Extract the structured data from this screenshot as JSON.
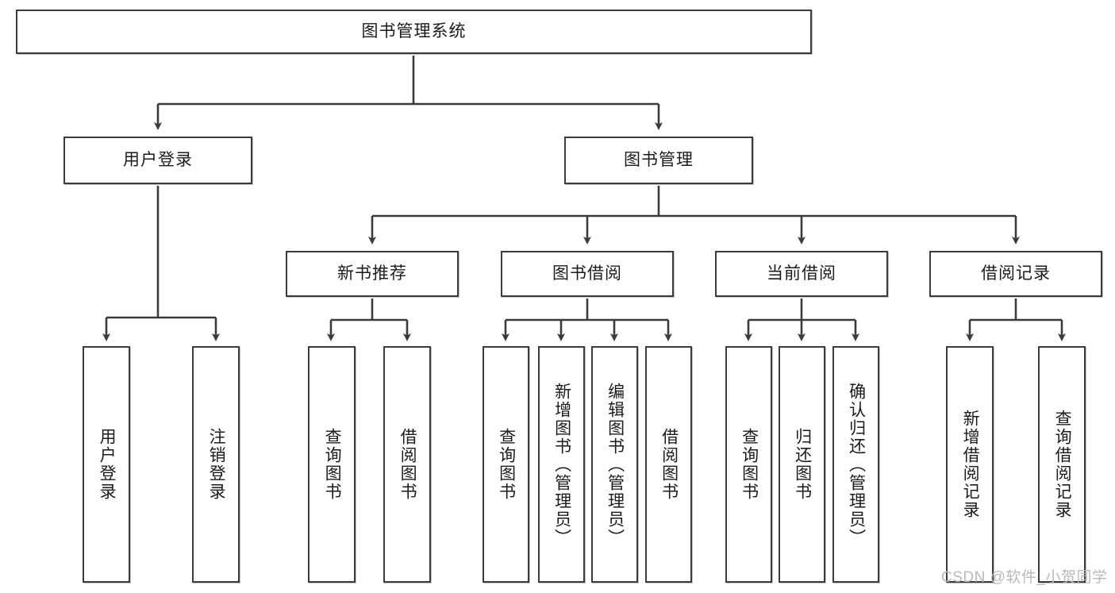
{
  "diagram": {
    "title": "图书管理系统",
    "type": "tree-hierarchy-flowchart",
    "colors": {
      "stroke": "#3b3b3b",
      "fill": "#ffffff",
      "text": "#1b1b1b",
      "watermark": "#b9b9b9"
    },
    "root": {
      "id": "root",
      "label": "图书管理系统"
    },
    "level2": [
      {
        "id": "user-login",
        "label": "用户登录"
      },
      {
        "id": "book-manage",
        "label": "图书管理"
      }
    ],
    "level3": [
      {
        "id": "new-book-rec",
        "label": "新书推荐",
        "parent": "book-manage"
      },
      {
        "id": "book-borrow",
        "label": "图书借阅",
        "parent": "book-manage"
      },
      {
        "id": "current-borrow",
        "label": "当前借阅",
        "parent": "book-manage"
      },
      {
        "id": "borrow-record",
        "label": "借阅记录",
        "parent": "book-manage"
      }
    ],
    "leaves": {
      "user-login": [
        {
          "id": "leaf-user-login",
          "label": "用户登录"
        },
        {
          "id": "leaf-user-logout",
          "label": "注销登录"
        }
      ],
      "new-book-rec": [
        {
          "id": "leaf-query-book-1",
          "label": "查询图书"
        },
        {
          "id": "leaf-borrow-book-1",
          "label": "借阅图书"
        }
      ],
      "book-borrow": [
        {
          "id": "leaf-query-book-2",
          "label": "查询图书"
        },
        {
          "id": "leaf-add-book",
          "label": "新增图书（管理员）"
        },
        {
          "id": "leaf-edit-book",
          "label": "编辑图书（管理员）"
        },
        {
          "id": "leaf-borrow-book-2",
          "label": "借阅图书"
        }
      ],
      "current-borrow": [
        {
          "id": "leaf-query-book-3",
          "label": "查询图书"
        },
        {
          "id": "leaf-return-book",
          "label": "归还图书"
        },
        {
          "id": "leaf-confirm-return",
          "label": "确认归还（管理员）"
        }
      ],
      "borrow-record": [
        {
          "id": "leaf-add-record",
          "label": "新增借阅记录"
        },
        {
          "id": "leaf-query-record",
          "label": "查询借阅记录"
        }
      ]
    }
  },
  "watermark": {
    "text": "CSDN @软件_小贺同学"
  }
}
